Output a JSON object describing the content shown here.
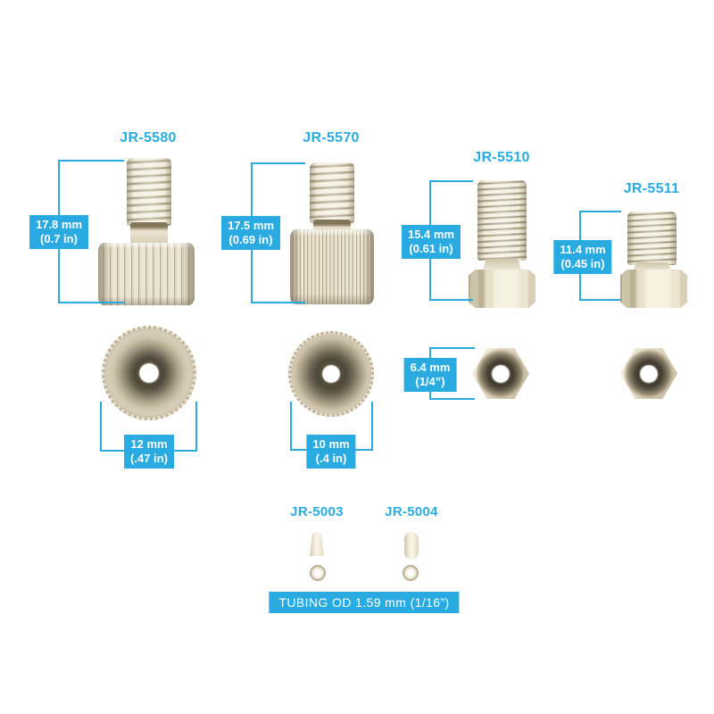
{
  "colors": {
    "accent": "#29ABE2",
    "part_body": "#EDE6D4"
  },
  "products": [
    {
      "id": "JR-5580",
      "height_mm": "17.8 mm",
      "height_in": "(0.7 in)",
      "width_mm": "12 mm",
      "width_in": "(.47 in)"
    },
    {
      "id": "JR-5570",
      "height_mm": "17.5 mm",
      "height_in": "(0.69 in)",
      "width_mm": "10 mm",
      "width_in": "(.4 in)"
    },
    {
      "id": "JR-5510",
      "height_mm": "15.4 mm",
      "height_in": "(0.61 in)",
      "hex_mm": "6.4 mm",
      "hex_in": "(1/4”)"
    },
    {
      "id": "JR-5511",
      "height_mm": "11.4 mm",
      "height_in": "(0.45 in)"
    }
  ],
  "ferrules": [
    {
      "id": "JR-5003"
    },
    {
      "id": "JR-5004"
    }
  ],
  "banner": "TUBING OD 1.59 mm (1/16”)"
}
